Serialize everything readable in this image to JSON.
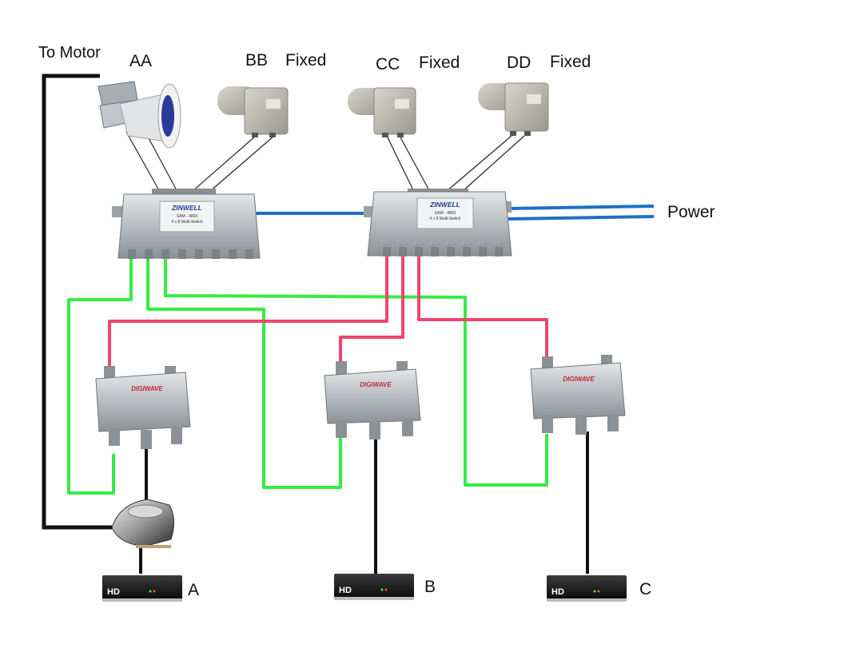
{
  "labels": {
    "to_motor": "To Motor",
    "lnb_aa": "AA",
    "lnb_bb": "BB",
    "lnb_bb_type": "Fixed",
    "lnb_cc": "CC",
    "lnb_cc_type": "Fixed",
    "lnb_dd": "DD",
    "lnb_dd_type": "Fixed",
    "power": "Power",
    "receiver_a": "A",
    "receiver_b": "B",
    "receiver_c": "C"
  },
  "devices": {
    "multiswitch_brand": "ZINWELL",
    "multiswitch_model": "SAM - 4803",
    "multiswitch_desc": "4 x 8 Multi-Switch",
    "diseqc_brand": "DIGIWAVE",
    "receiver_badge": "HD"
  },
  "colors": {
    "lnb_cable": "#222222",
    "motor_cable": "#111111",
    "power_cable": "#1f6fc4",
    "green_cable": "#33ee44",
    "red_cable": "#f0456e",
    "receiver_cable": "#111111"
  }
}
